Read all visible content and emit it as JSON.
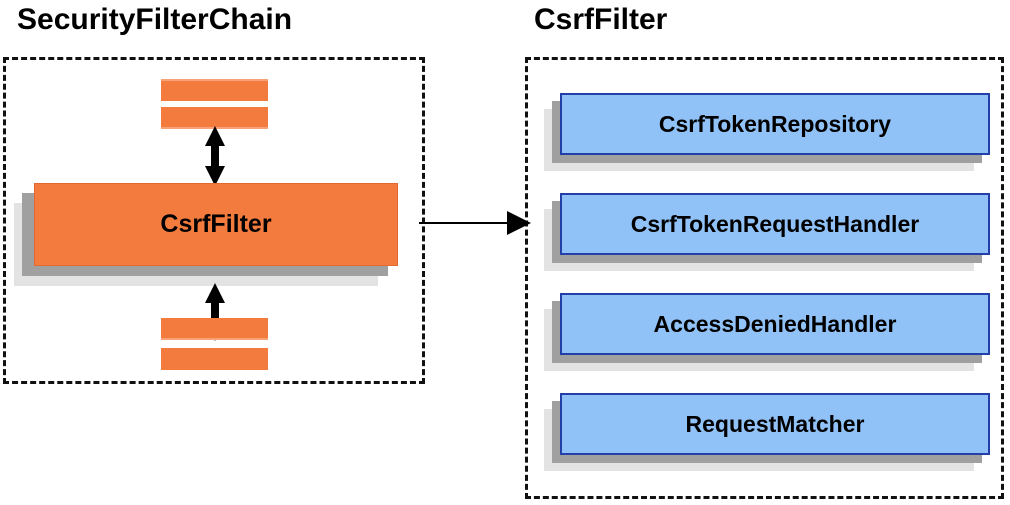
{
  "diagram": {
    "type": "architecture-block-diagram",
    "background_color": "#ffffff",
    "panels": [
      {
        "id": "security-filter-chain",
        "title": "SecurityFilterChain",
        "border_style": "dashed",
        "border_color": "#111111",
        "items": [
          {
            "name": "filter-bar-top-1",
            "label": "",
            "color": "#F47B3E"
          },
          {
            "name": "filter-bar-top-2",
            "label": "",
            "color": "#F47B3E"
          },
          {
            "name": "csrf-filter",
            "label": "CsrfFilter",
            "color": "#F47B3E"
          },
          {
            "name": "filter-bar-bottom-1",
            "label": "",
            "color": "#F47B3E"
          },
          {
            "name": "filter-bar-bottom-2",
            "label": "",
            "color": "#F47B3E"
          }
        ]
      },
      {
        "id": "csrf-filter-detail",
        "title": "CsrfFilter",
        "border_style": "dashed",
        "border_color": "#111111",
        "items": [
          {
            "name": "csrf-token-repository",
            "label": "CsrfTokenRepository",
            "color": "#90C2F7"
          },
          {
            "name": "csrf-token-request-handler",
            "label": "CsrfTokenRequestHandler",
            "color": "#90C2F7"
          },
          {
            "name": "access-denied-handler",
            "label": "AccessDeniedHandler",
            "color": "#90C2F7"
          },
          {
            "name": "request-matcher",
            "label": "RequestMatcher",
            "color": "#90C2F7"
          }
        ]
      }
    ],
    "connectors": [
      {
        "name": "chain-up-arrow",
        "style": "double-headed-vertical",
        "label": ""
      },
      {
        "name": "chain-down-arrow",
        "style": "double-headed-vertical",
        "label": ""
      },
      {
        "name": "expansion-arrow",
        "style": "single-headed-horizontal",
        "label": ""
      }
    ],
    "colors": {
      "orange": "#F47B3E",
      "orange_highlight": "#f8a377",
      "blue": "#90C2F7",
      "blue_border": "#2240A8",
      "shadow_dark": "#a0a0a0",
      "shadow_light": "#e3e3e3",
      "outline": "#111111",
      "text": "#000000"
    }
  }
}
